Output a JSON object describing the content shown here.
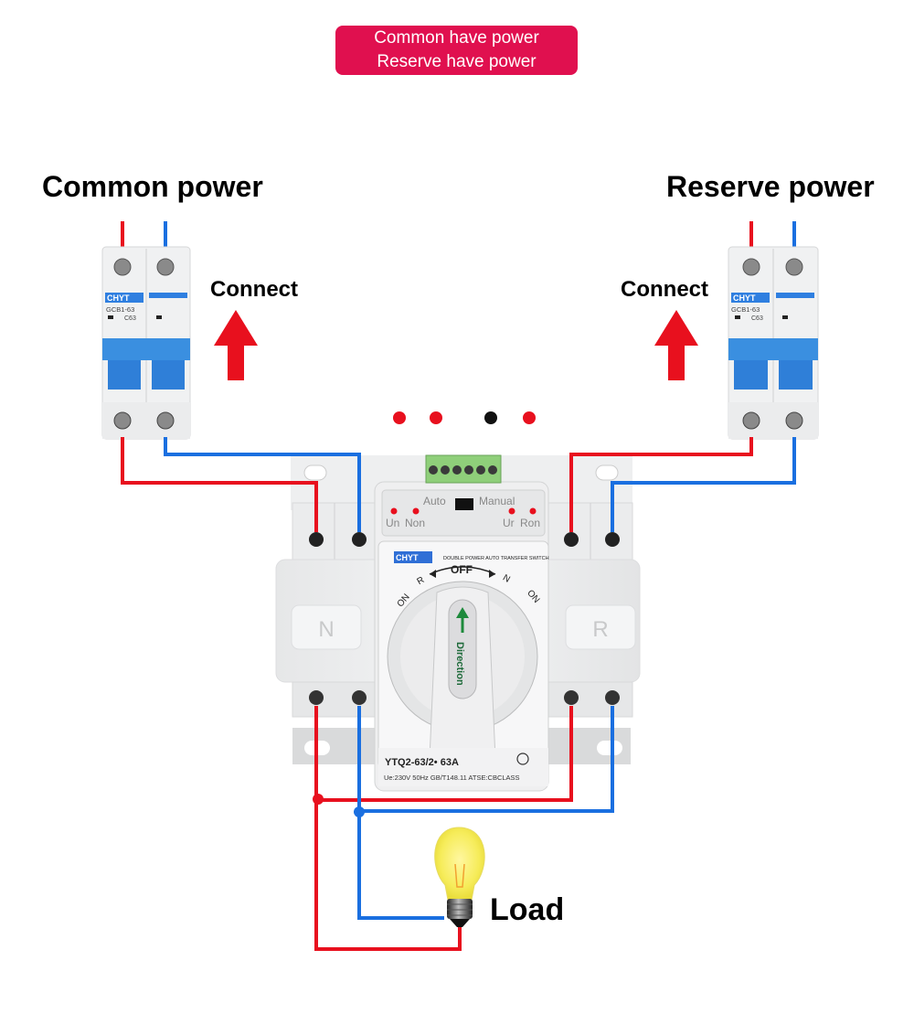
{
  "status_banner": {
    "line1": "Common have power",
    "line2": "Reserve have power",
    "color": "#e0104f"
  },
  "sources": {
    "common": {
      "title": "Common power",
      "action": "Connect"
    },
    "reserve": {
      "title": "Reserve power",
      "action": "Connect"
    }
  },
  "breaker": {
    "brand": "CHYT",
    "model": "GCB1-63",
    "rating": "C63"
  },
  "indicator_dots": [
    "red",
    "red",
    "black",
    "red"
  ],
  "ats": {
    "brand": "CHYT",
    "description": "DOUBLE POWER AUTO TRANSFER SWITCH",
    "mode_auto": "Auto",
    "mode_manual": "Manual",
    "leds": [
      "Un",
      "Non",
      "Ur",
      "Ron"
    ],
    "dial": {
      "off": "OFF",
      "left_pos": "R",
      "right_pos": "N",
      "left_on": "ON",
      "right_on": "ON"
    },
    "handle_label": "Direction",
    "side_left": "N",
    "side_right": "R",
    "model": "YTQ2-63/2• 63A",
    "spec": "Ue:230V 50Hz GB/T148.11 ATSE:CBCLASS"
  },
  "load": {
    "label": "Load"
  },
  "colors": {
    "live": "#e8101e",
    "neutral": "#1a6fe0",
    "arrow": "#e8101e",
    "breaker_blue": "#3a8fe0",
    "handle_green": "#1e8a3c"
  }
}
